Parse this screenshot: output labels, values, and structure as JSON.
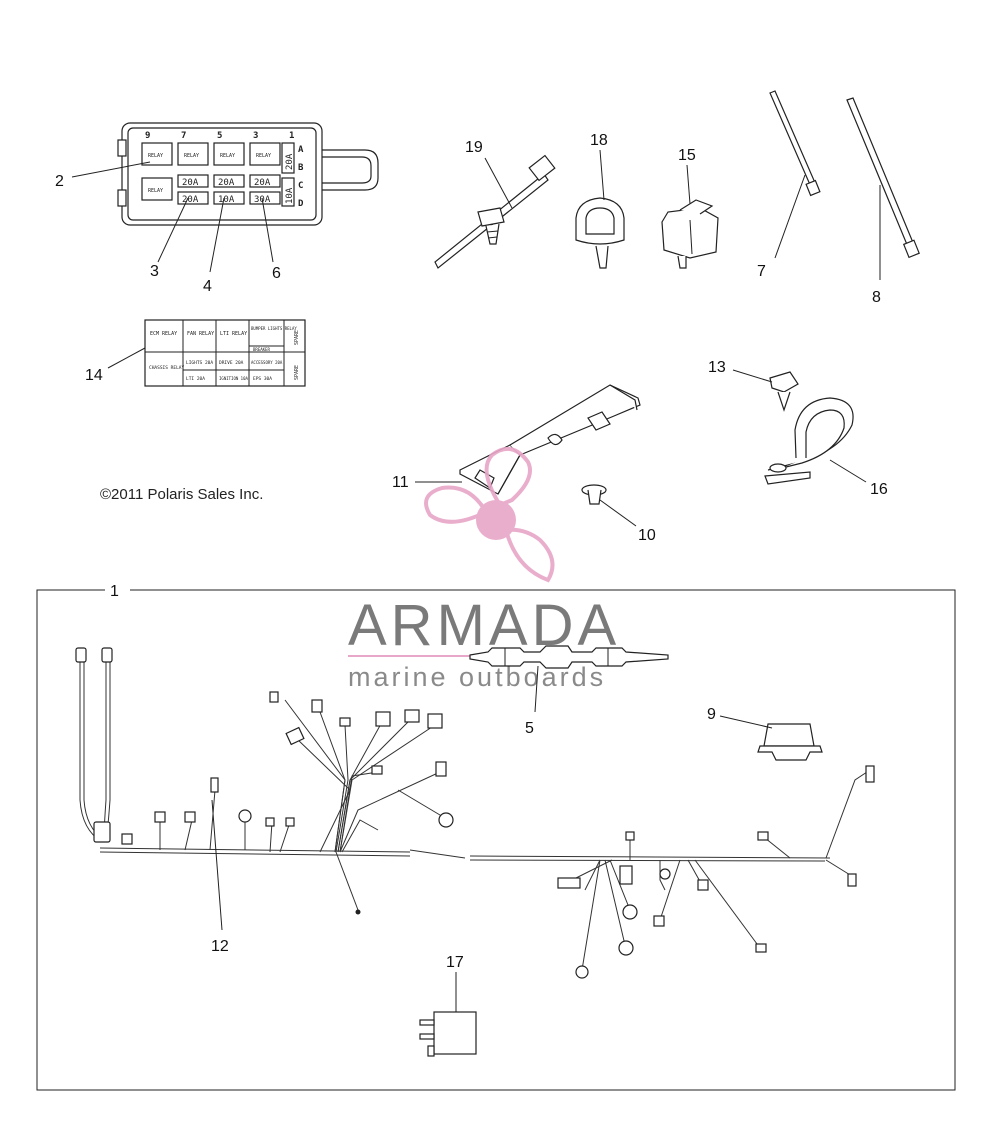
{
  "copyright": "©2011 Polaris Sales Inc.",
  "watermark": {
    "brand": "ARMADA",
    "tagline": "marine outboards",
    "logo_color": "#e8a6c8",
    "text_color": "#7a7a7a"
  },
  "callouts": [
    "1",
    "2",
    "3",
    "4",
    "5",
    "6",
    "7",
    "8",
    "9",
    "10",
    "11",
    "12",
    "13",
    "14",
    "15",
    "16",
    "17",
    "18",
    "19"
  ],
  "fuse_box": {
    "column_numbers": [
      "9",
      "7",
      "5",
      "3",
      "1"
    ],
    "row_letters": [
      "A",
      "B",
      "C",
      "D"
    ],
    "relay_label": "RELAY",
    "top_fuses": [
      "20A",
      "20A",
      "20A"
    ],
    "bottom_fuses": [
      "20A",
      "10A",
      "30A"
    ],
    "side_fuses": [
      "20A",
      "10A"
    ]
  },
  "label_card": {
    "top": [
      "ECM RELAY",
      "FAN RELAY",
      "LTI RELAY",
      "BUMPER LIGHTS RELAY",
      "SPARE"
    ],
    "middle": "BREAKER",
    "bottom": [
      "CHASSIS RELAY",
      "LIGHTS 20A",
      "DRIVE 20A",
      "ACCESSORY 20A",
      "SPARE"
    ],
    "bottom2": [
      "LTI 20A",
      "IGNITION 10A",
      "EPS 30A"
    ]
  }
}
